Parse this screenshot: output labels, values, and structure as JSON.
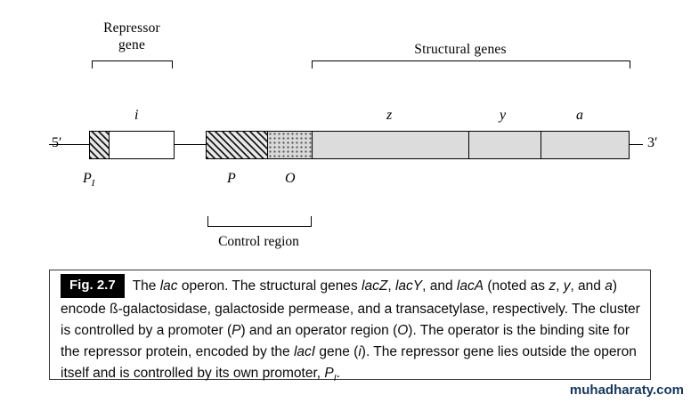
{
  "diagram": {
    "repressor_label_line1": "Repressor",
    "repressor_label_line2": "gene",
    "structural_genes_label": "Structural genes",
    "control_region_label": "Control region",
    "five_prime": "5′",
    "three_prime": "3′",
    "genes": {
      "i": "i",
      "z": "z",
      "y": "y",
      "a": "a",
      "p": "P",
      "o": "O"
    },
    "pi_label_segments": [
      {
        "t": "P",
        "i": true
      },
      {
        "t": "I",
        "i": true,
        "sub": true
      }
    ]
  },
  "caption": {
    "fig_label": "Fig. 2.7",
    "segments": [
      {
        "t": "The "
      },
      {
        "t": "lac",
        "i": true
      },
      {
        "t": " operon. The structural genes "
      },
      {
        "t": "lacZ",
        "i": true
      },
      {
        "t": ", "
      },
      {
        "t": "lacY",
        "i": true
      },
      {
        "t": ", and "
      },
      {
        "t": "lacA",
        "i": true
      },
      {
        "t": " (noted as "
      },
      {
        "t": "z",
        "i": true
      },
      {
        "t": ", "
      },
      {
        "t": "y",
        "i": true
      },
      {
        "t": ", and "
      },
      {
        "t": "a",
        "i": true
      },
      {
        "t": ") encode ß-galactosidase, galactoside permease, and a transacetylase, respectively. The cluster is controlled by a promoter ("
      },
      {
        "t": "P",
        "i": true
      },
      {
        "t": ") and an operator region ("
      },
      {
        "t": "O",
        "i": true
      },
      {
        "t": "). The operator is the binding site for the repressor protein, encoded by the "
      },
      {
        "t": "lacI",
        "i": true
      },
      {
        "t": " gene ("
      },
      {
        "t": "i",
        "i": true
      },
      {
        "t": "). The repressor gene lies outside the operon itself and is controlled by its own promoter, "
      },
      {
        "t": "P",
        "i": true
      },
      {
        "t": "I",
        "i": true,
        "sub": true
      },
      {
        "t": "."
      }
    ]
  },
  "watermark": "muhadharaty.com",
  "colors": {
    "watermark_text": "#16365c",
    "structural_gene_fill": "#dcdcdc",
    "stipple_fill": "#d9d9d9",
    "line_and_border": "#000000"
  }
}
